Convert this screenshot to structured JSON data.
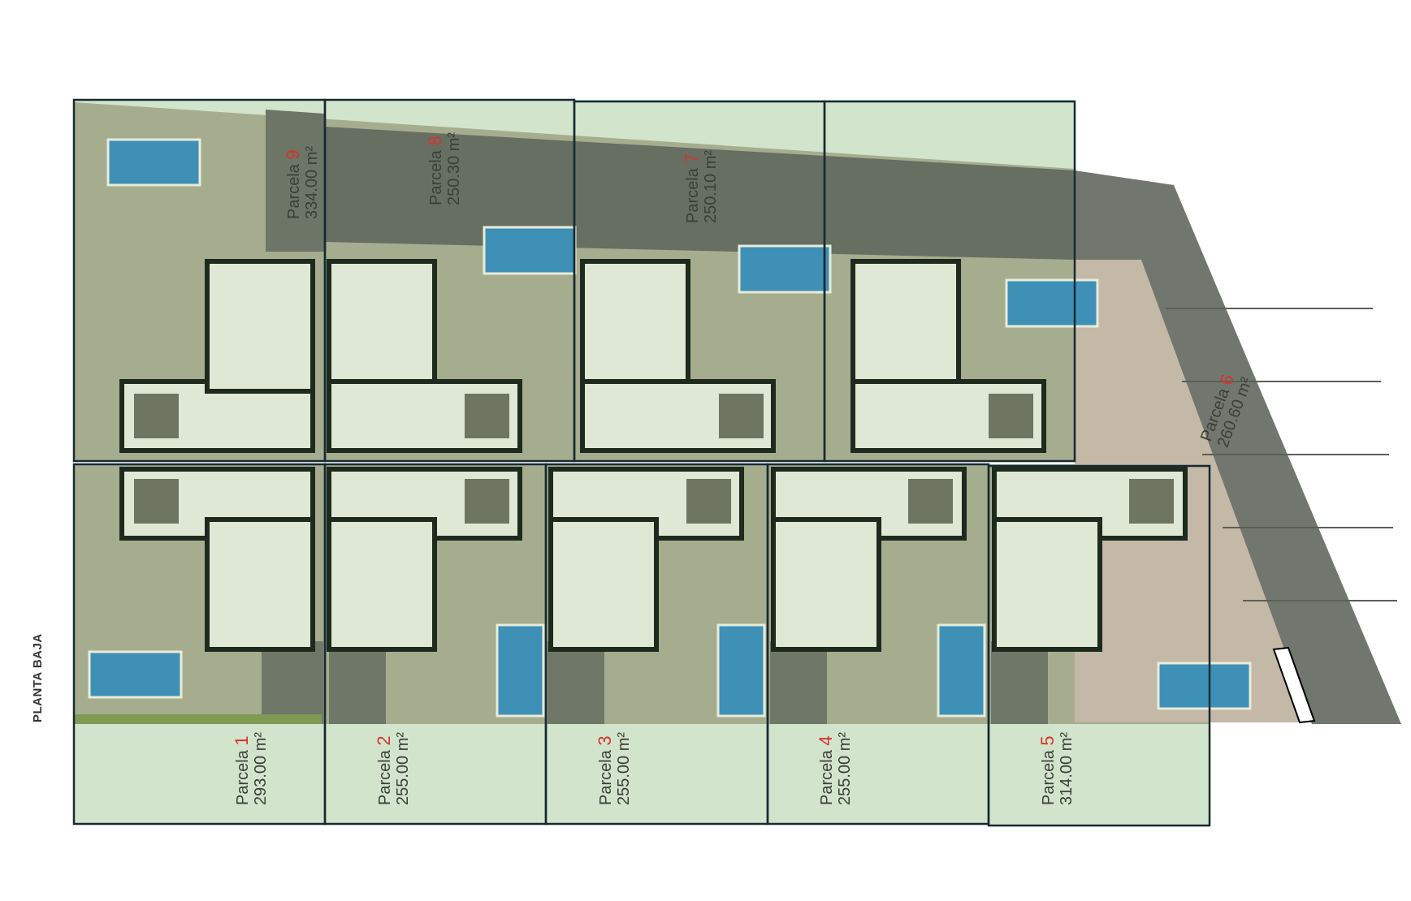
{
  "floor_label": "PLANTA BAJA",
  "colors": {
    "plot_fill": "#d2e4cc",
    "terrace": "#a6ad8f",
    "road": "#676f62",
    "pool": "#3f90b6",
    "outline": "#172a33",
    "plot_number": "#d8332a",
    "floor_label": "#333333"
  },
  "plots": [
    {
      "id": "1",
      "prefix": "Parcela",
      "number": "1",
      "area": "293.00 m²"
    },
    {
      "id": "2",
      "prefix": "Parcela",
      "number": "2",
      "area": "255.00 m²"
    },
    {
      "id": "3",
      "prefix": "Parcela",
      "number": "3",
      "area": "255.00 m²"
    },
    {
      "id": "4",
      "prefix": "Parcela",
      "number": "4",
      "area": "255.00 m²"
    },
    {
      "id": "5",
      "prefix": "Parcela",
      "number": "5",
      "area": "314.00 m²"
    },
    {
      "id": "6",
      "prefix": "Parcela",
      "number": "6",
      "area": "260.60 m²"
    },
    {
      "id": "7",
      "prefix": "Parcela",
      "number": "7",
      "area": "250.10 m²"
    },
    {
      "id": "8",
      "prefix": "Parcela",
      "number": "8",
      "area": "250.30 m²"
    },
    {
      "id": "9",
      "prefix": "Parcela",
      "number": "9",
      "area": "334.00 m²"
    }
  ]
}
